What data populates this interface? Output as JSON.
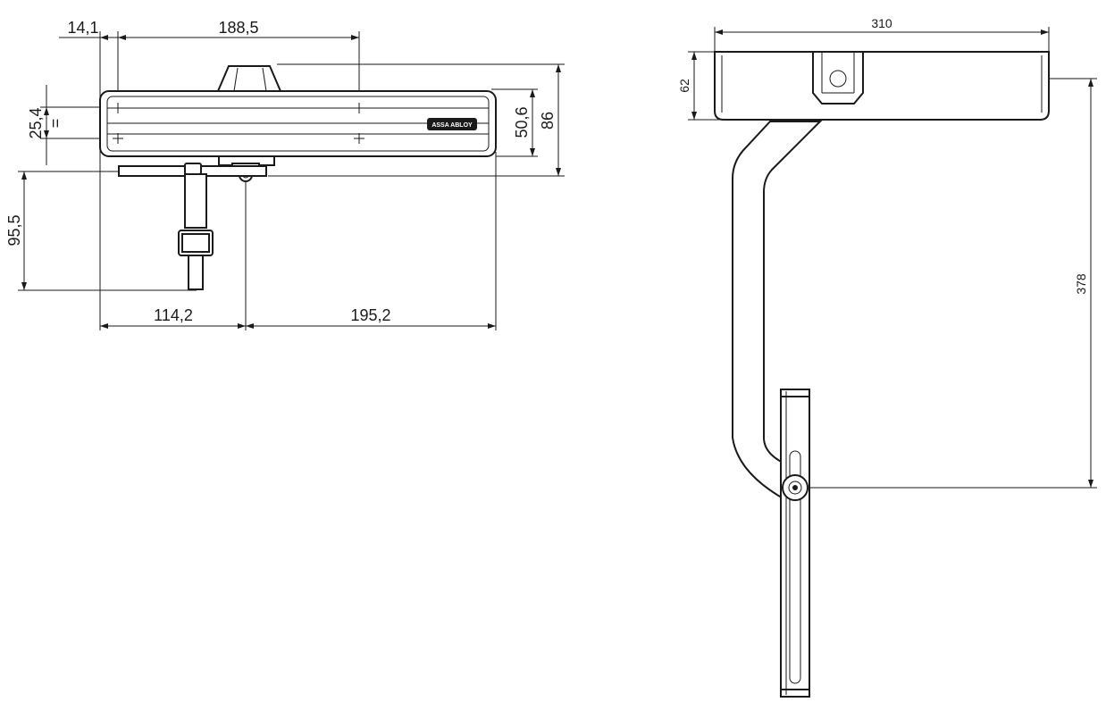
{
  "front_view": {
    "dim_offset_left": "14,1",
    "dim_hole_spacing": "188,5",
    "dim_hole_vertical": "25,4",
    "dim_equal_mark": "=",
    "dim_body_height": "50,6",
    "dim_total_height": "86",
    "dim_arm_drop": "95,5",
    "dim_left_to_axis": "114,2",
    "dim_axis_to_right": "195,2",
    "brand_plate": "ASSA ABLOY"
  },
  "top_view": {
    "dim_width": "310",
    "dim_depth": "62",
    "dim_arm_length": "378"
  }
}
